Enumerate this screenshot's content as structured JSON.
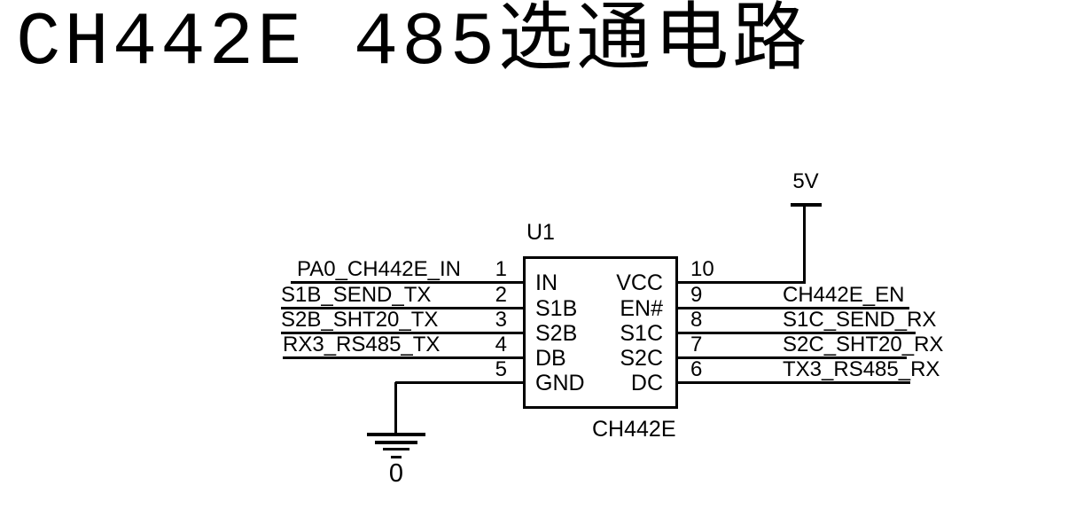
{
  "title": "CH442E 485选通电路",
  "component": {
    "refdes": "U1",
    "part": "CH442E",
    "left_pins": [
      {
        "num": "1",
        "name": "IN",
        "net": "PA0_CH442E_IN"
      },
      {
        "num": "2",
        "name": "S1B",
        "net": "S1B_SEND_TX"
      },
      {
        "num": "3",
        "name": "S2B",
        "net": "S2B_SHT20_TX"
      },
      {
        "num": "4",
        "name": "DB",
        "net": "RX3_RS485_TX"
      },
      {
        "num": "5",
        "name": "GND",
        "net": ""
      }
    ],
    "right_pins": [
      {
        "num": "10",
        "name": "VCC",
        "net": ""
      },
      {
        "num": "9",
        "name": "EN#",
        "net": "CH442E_EN"
      },
      {
        "num": "8",
        "name": "S1C",
        "net": "S1C_SEND_RX"
      },
      {
        "num": "7",
        "name": "S2C",
        "net": "S2C_SHT20_RX"
      },
      {
        "num": "6",
        "name": "DC",
        "net": "TX3_RS485_RX"
      }
    ]
  },
  "power": {
    "vcc_label": "5V",
    "gnd_label": "0"
  },
  "colors": {
    "ink": "#000000",
    "background": "#ffffff"
  }
}
